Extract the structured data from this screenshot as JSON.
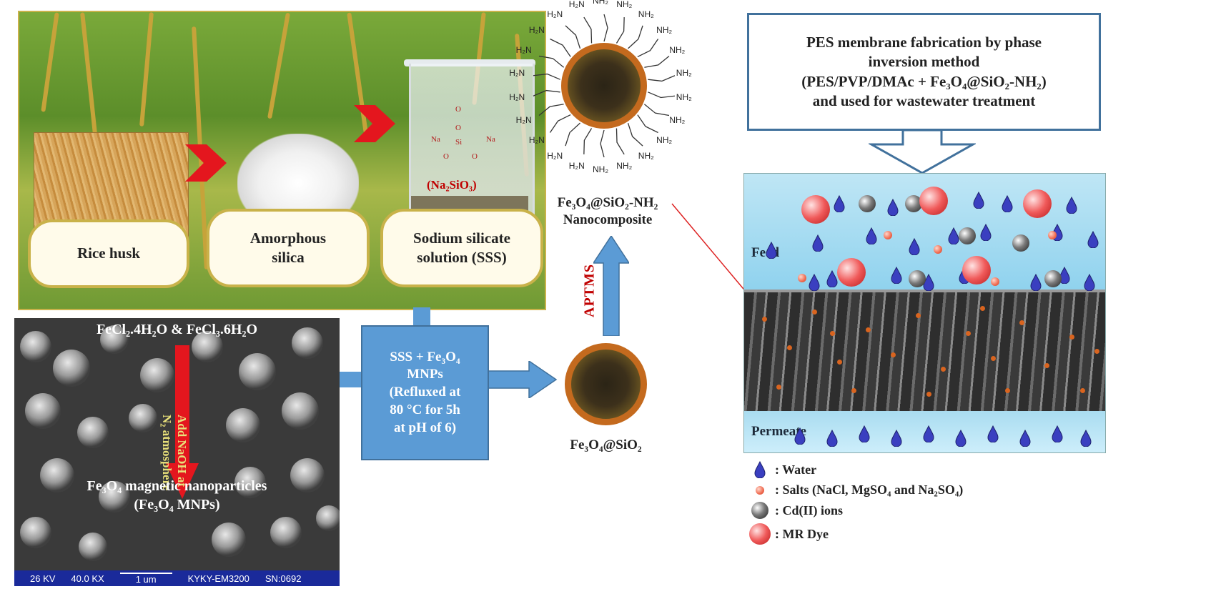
{
  "colors": {
    "arrow_blue": "#5b9bd5",
    "arrow_blue_dark": "#41719c",
    "chevron_red": "#e4161e",
    "particle_shell": "#c46a1e",
    "panel_border_gold": "#c9b24a",
    "aptms_red": "#c00000"
  },
  "icons": [
    "water-droplet-icon",
    "salt-particle-icon",
    "cd-ion-icon",
    "mr-dye-icon"
  ],
  "rice_panel": {
    "labels": [
      "Rice husk",
      "Amorphous silica",
      "Sodium silicate solution (SSS)"
    ],
    "chemical_formula": "(Na₂SiO₃)",
    "molecule_atoms": [
      "O",
      "O",
      "Na",
      "Si",
      "Na",
      "O",
      "O"
    ]
  },
  "sem_panel": {
    "reagents": "FeCl₂.4H₂O & FeCl₃.6H₂O",
    "arrow_note_line1": "Add NaOH at",
    "arrow_note_line2": "N₂ atmosphere",
    "product_line1": "Fe₃O₄ magnetic nanoparticles",
    "product_line2": "(Fe₃O₄ MNPs)",
    "scale_bar": [
      "26 KV",
      "40.0 KX",
      "1 um",
      "KYKY-EM3200",
      "SN:0692"
    ]
  },
  "reaction_box": {
    "line1": "SSS + Fe₃O₄",
    "line2": "MNPs",
    "line3": "(Refluxed at",
    "line4": "80 °C for 5h",
    "line5": "at pH of 6)"
  },
  "particles": {
    "silica_label": "Fe₃O₄@SiO₂",
    "amine_label": "Fe₃O₄@SiO₂-NH₂",
    "amine_sublabel": "Nanocomposite",
    "reagent_arrow_label": "APTMS",
    "amine_group": "NH₂",
    "amine_group_left": "H₂N"
  },
  "callout": {
    "line1": "PES membrane fabrication by phase",
    "line2": "inversion method",
    "line3": "(PES/PVP/DMAc + Fe₃O₄@SiO₂-NH₂)",
    "line4": "and used for wastewater treatment"
  },
  "membrane": {
    "feed_label": "Feed",
    "permeate_label": "Permeate"
  },
  "legend": {
    "water": ": Water",
    "salts": ": Salts (NaCl, MgSO₄ and Na₂SO₄)",
    "cd_ions": ": Cd(II) ions",
    "mr_dye": ": MR Dye"
  }
}
